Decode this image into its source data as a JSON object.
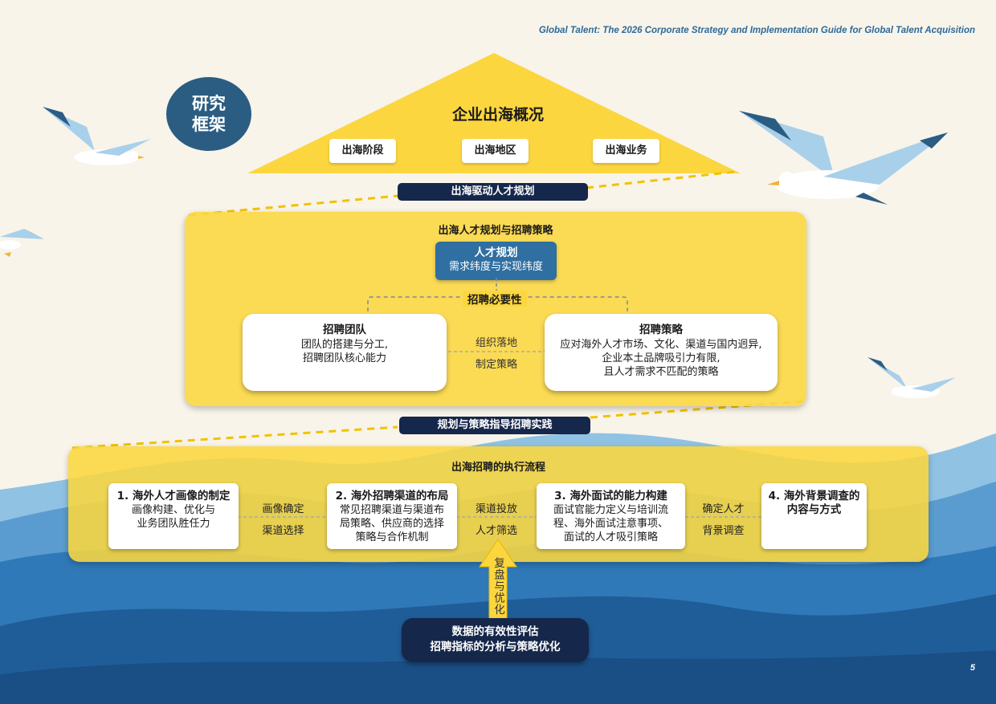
{
  "document_title": "Global Talent: The 2026 Corporate Strategy and Implementation Guide for Global Talent Acquisition",
  "page_number": "5",
  "badge": {
    "line1": "研究",
    "line2": "框架"
  },
  "roof": {
    "title": "企业出海概况",
    "chips": [
      "出海阶段",
      "出海地区",
      "出海业务"
    ]
  },
  "connector_top": "出海驱动人才规划",
  "planning_panel": {
    "title": "出海人才规划与招聘策略",
    "talent_planning": {
      "title": "人才规划",
      "subtitle": "需求纬度与实现纬度"
    },
    "necessity_label": "招聘必要性",
    "team_card": {
      "title": "招聘团队",
      "line1": "团队的搭建与分工,",
      "line2": "招聘团队核心能力"
    },
    "middle_labels": [
      "组织落地",
      "制定策略"
    ],
    "strategy_card": {
      "title": "招聘策略",
      "line1": "应对海外人才市场、文化、渠道与国内迥异,",
      "line2": "企业本土品牌吸引力有限,",
      "line3": "且人才需求不匹配的策略"
    }
  },
  "connector_mid": "规划与策略指导招聘实践",
  "execution_panel": {
    "title": "出海招聘的执行流程",
    "steps": [
      {
        "title": "1. 海外人才画像的制定",
        "lines": [
          "画像构建、优化与",
          "业务团队胜任力"
        ]
      },
      {
        "title": "2. 海外招聘渠道的布局",
        "lines": [
          "常见招聘渠道与渠道布",
          "局策略、供应商的选择",
          "策略与合作机制"
        ]
      },
      {
        "title": "3. 海外面试的能力构建",
        "lines": [
          "面试官能力定义与培训流",
          "程、海外面试注意事项、",
          "面试的人才吸引策略"
        ]
      },
      {
        "title": "4. 海外背景调查的",
        "lines": [
          "内容与方式"
        ]
      }
    ],
    "connectors": [
      [
        "画像确定",
        "渠道选择"
      ],
      [
        "渠道投放",
        "人才筛选"
      ],
      [
        "确定人才",
        "背景调查"
      ]
    ]
  },
  "feedback_arrow_label": "复盘与优化",
  "bottom_box": {
    "line1": "数据的有效性评估",
    "line2": "招聘指标的分析与策略优化"
  },
  "colors": {
    "yellow": "#fbd63f",
    "navy": "#15274a",
    "blue": "#2f6fa2",
    "sea": "#1f5d98"
  }
}
